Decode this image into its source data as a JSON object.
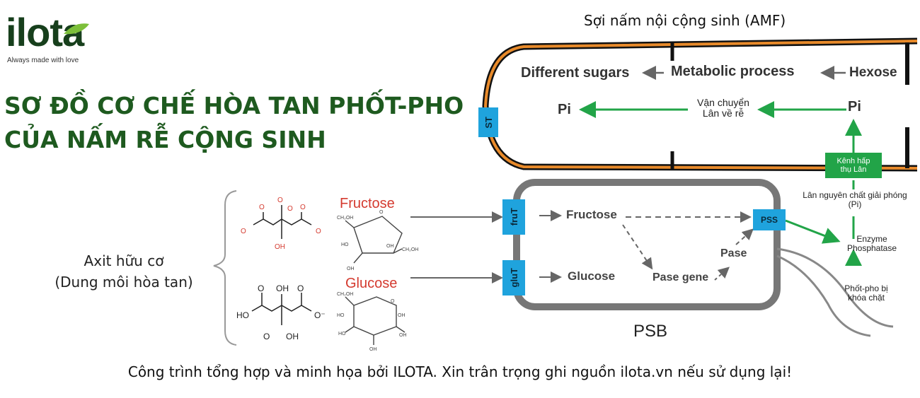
{
  "brand": {
    "name": "ilota",
    "tagline": "Always made with love"
  },
  "title": {
    "line1": "SƠ ĐỒ CƠ CHẾ HÒA TAN PHỐT-PHO",
    "line2": "CỦA NẤM RỄ CỘNG SINH"
  },
  "amf": {
    "label": "Sợi nấm nội cộng sinh (AMF)",
    "different_sugars": "Different sugars",
    "metabolic_process": "Metabolic process",
    "hexose": "Hexose",
    "pi_left": "Pi",
    "pi_right": "Pi",
    "transport_line1": "Vận chuyển",
    "transport_line2": "Lân về rễ",
    "st": "ST"
  },
  "channel": {
    "line1": "Kênh hấp",
    "line2": "thụ Lân"
  },
  "pathway": {
    "released_line1": "Lân nguyên chất giải phóng",
    "released_line2": "(Pi)",
    "enzyme_line1": "Enzyme",
    "enzyme_line2": "Phosphatase",
    "bound_line1": "Phốt-pho bị",
    "bound_line2": "khóa chặt"
  },
  "psb": {
    "label": "PSB",
    "fruT": "fruT",
    "gluT": "gluT",
    "pss": "PSS",
    "fructose": "Fructose",
    "glucose": "Glucose",
    "pase_gene": "Pase gene",
    "pase": "Pase"
  },
  "chemicals": {
    "fructose": "Fructose",
    "glucose": "Glucose",
    "acid_line1": "Axit hữu cơ",
    "acid_line2": "(Dung môi hòa tan)"
  },
  "footer": "Công trình tổng hợp và minh họa bởi ILOTA. Xin trân trọng ghi nguồn ilota.vn nếu sử dụng lại!",
  "colors": {
    "brand_green": "#1e5a1f",
    "arrow_green": "#22a448",
    "transporter_blue": "#1fa3dd",
    "hypha_orange": "#e88a2a"
  }
}
